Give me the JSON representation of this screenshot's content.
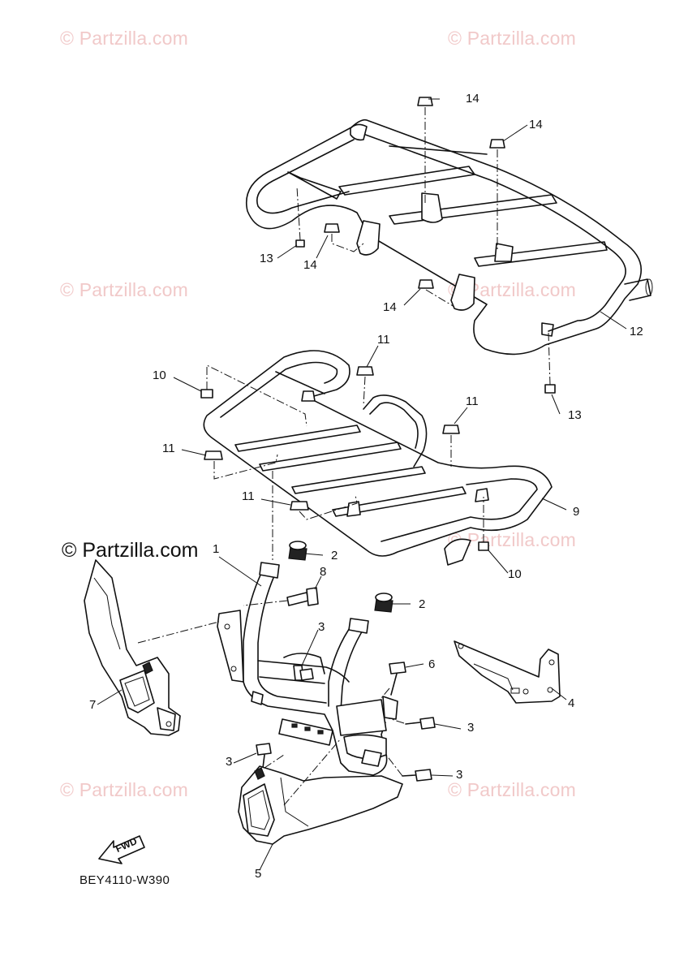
{
  "watermark": {
    "text": "© Partzilla.com",
    "main": "© Partzilla.com",
    "color": "#f1c9c9"
  },
  "diagram_code": "BEY4110-W390",
  "fwd_label": "FWD",
  "callouts": {
    "c1": "1",
    "c2a": "2",
    "c2b": "2",
    "c3a": "3",
    "c3b": "3",
    "c3c": "3",
    "c3d": "3",
    "c4": "4",
    "c5": "5",
    "c6": "6",
    "c7": "7",
    "c8": "8",
    "c9": "9",
    "c10a": "10",
    "c10b": "10",
    "c11a": "11",
    "c11b": "11",
    "c11c": "11",
    "c11d": "11",
    "c12": "12",
    "c13a": "13",
    "c13b": "13",
    "c14a": "14",
    "c14b": "14",
    "c14c": "14",
    "c14d": "14"
  }
}
